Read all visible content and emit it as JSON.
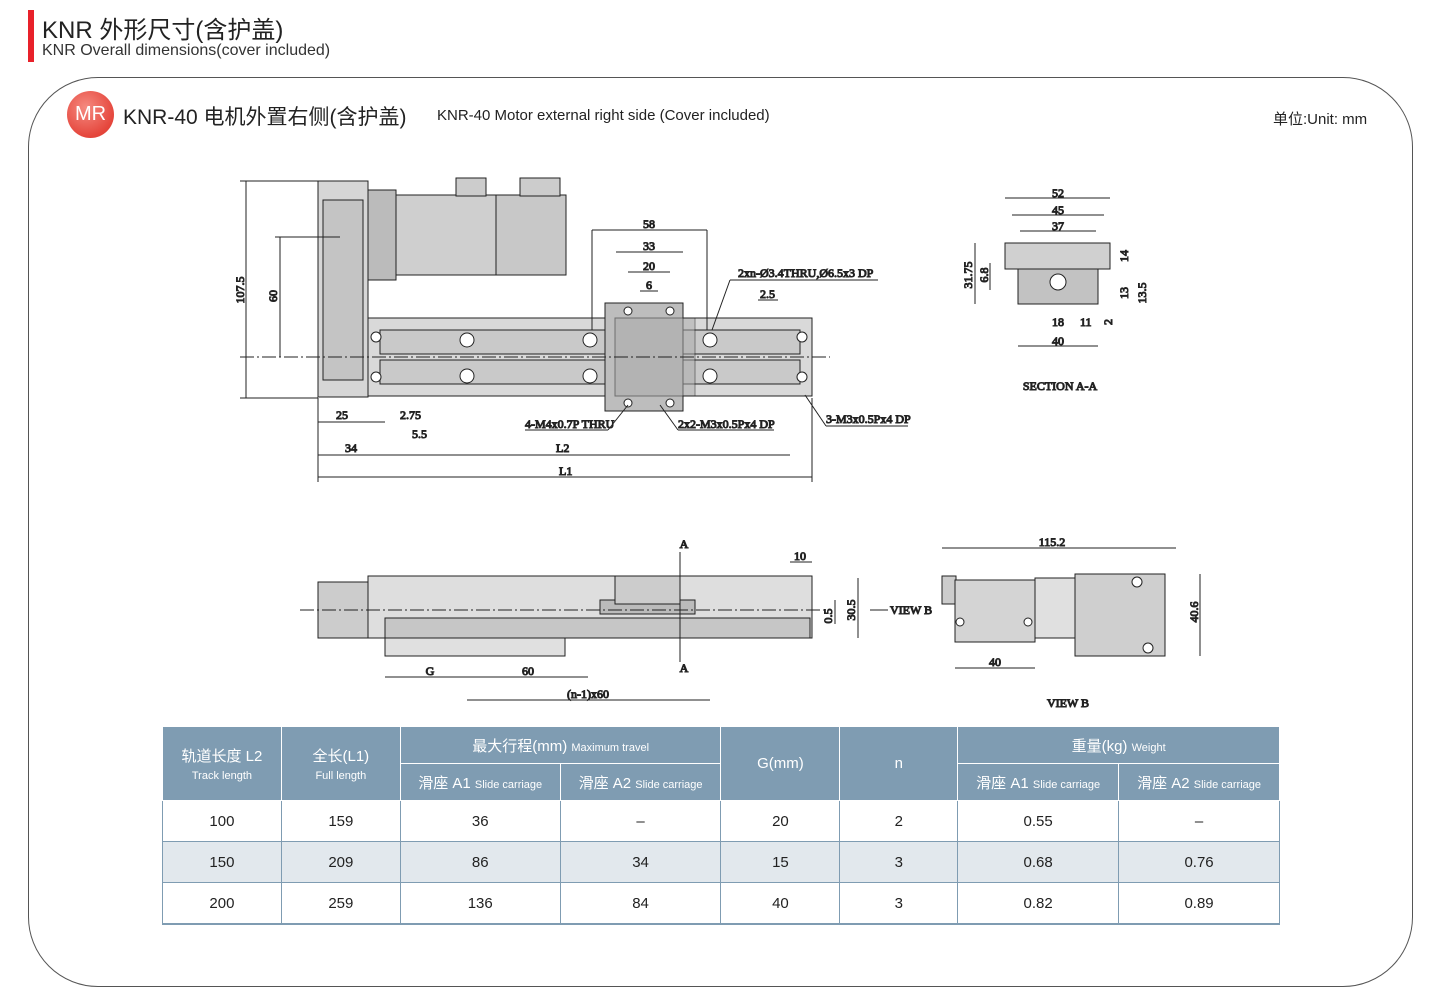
{
  "header": {
    "title": "KNR 外形尺寸(含护盖)",
    "subtitle": "KNR Overall dimensions(cover included)"
  },
  "panel": {
    "badge": "MR",
    "title": "KNR-40 电机外置右侧(含护盖)",
    "title_en": "KNR-40 Motor external right side (Cover included)",
    "unit": "单位:Unit: mm"
  },
  "drawing": {
    "top": {
      "d107_5": "107.5",
      "d60": "60",
      "d58": "58",
      "d33": "33",
      "d20": "20",
      "d6": "6",
      "holes": "2xn-Ø3.4THRU,Ø6.5x3 DP",
      "d2_5": "2.5",
      "d25": "25",
      "d2_75": "2.75",
      "d5_5": "5.5",
      "d34": "34",
      "m4": "4-M4x0.7P THRU",
      "m3a": "2x2-M3x0.5Px4 DP",
      "m3b": "3-M3x0.5Px4 DP",
      "L2": "L2",
      "L1": "L1"
    },
    "section": {
      "d52": "52",
      "d45": "45",
      "d37": "37",
      "d31_75": "31.75",
      "d6_8": "6.8",
      "d14": "14",
      "d13": "13",
      "d13_5": "13.5",
      "d2": "2",
      "d18": "18",
      "d11": "11",
      "d40": "40",
      "label": "SECTION A-A"
    },
    "side": {
      "a_top": "A",
      "a_bot": "A",
      "d10": "10",
      "d0_5": "0.5",
      "d30_5": "30.5",
      "viewb": "VIEW B",
      "G": "G",
      "d60": "60",
      "n": "(n-1)x60"
    },
    "viewb": {
      "d115_2": "115.2",
      "d40_6": "40.6",
      "d40": "40",
      "label": "VIEW B"
    }
  },
  "table": {
    "headers": {
      "track": "轨道长度 L2",
      "track_en": "Track length",
      "full": "全长(L1)",
      "full_en": "Full length",
      "travel": "最大行程(mm)",
      "travel_en": "Maximum travel",
      "g": "G(mm)",
      "n": "n",
      "weight": "重量(kg)",
      "weight_en": "Weight",
      "a1": "滑座 A1",
      "a2": "滑座 A2",
      "carriage_en": "Slide carriage"
    },
    "rows": [
      [
        "100",
        "159",
        "36",
        "–",
        "20",
        "2",
        "0.55",
        "–"
      ],
      [
        "150",
        "209",
        "86",
        "34",
        "15",
        "3",
        "0.68",
        "0.76"
      ],
      [
        "200",
        "259",
        "136",
        "84",
        "40",
        "3",
        "0.82",
        "0.89"
      ]
    ]
  }
}
